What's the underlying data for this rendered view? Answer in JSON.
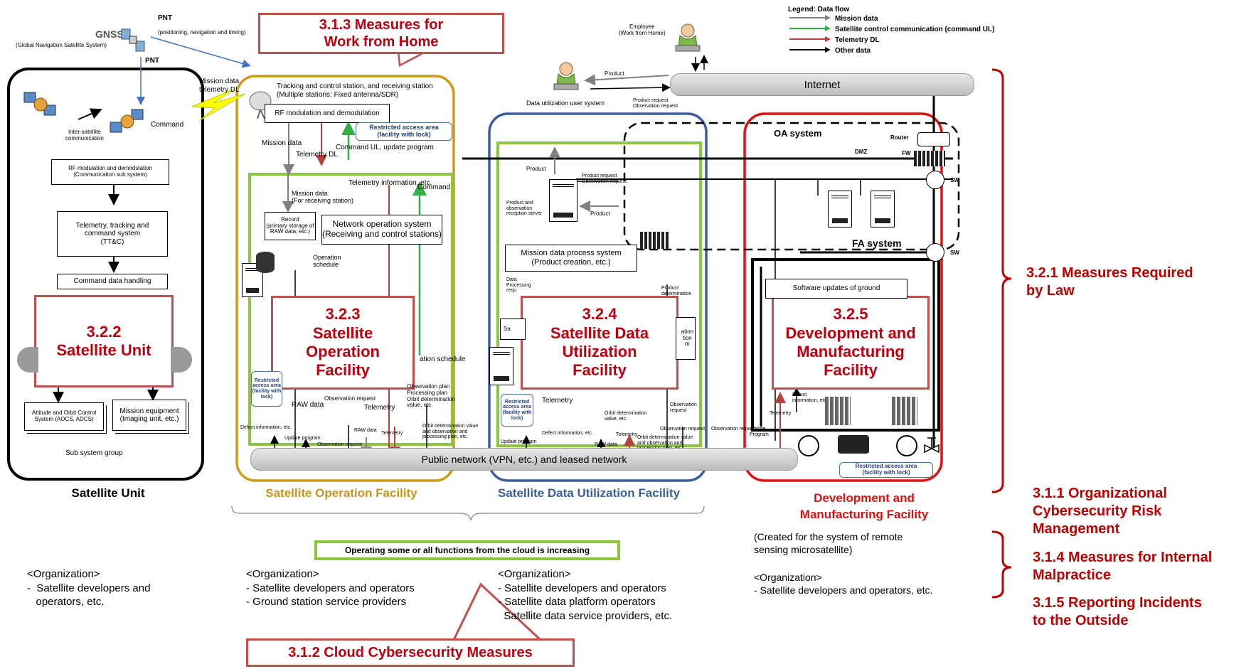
{
  "callouts": {
    "measures_wfh": "3.1.3 Measures for\nWork from Home",
    "satellite_unit": "3.2.2\nSatellite Unit",
    "sat_op": "3.2.3\nSatellite\nOperation\nFacility",
    "sat_data": "3.2.4\nSatellite Data\nUtilization\nFacility",
    "dev_mfg": "3.2.5\nDevelopment and\nManufacturing\nFacility",
    "cloud": "3.1.2 Cloud Cybersecurity Measures"
  },
  "right_measures": {
    "required_by_law": "3.2.1 Measures Required\nby Law",
    "org_risk": "3.1.1 Organizational\nCybersecurity Risk\nManagement",
    "internal": "3.1.4 Measures for Internal\nMalpractice",
    "reporting": "3.1.5 Reporting Incidents\nto the Outside"
  },
  "legend": {
    "title": "Legend: Data flow",
    "items": [
      {
        "label": "Mission data",
        "color": "#808080"
      },
      {
        "label": "Satellite control communication (command UL)",
        "color": "#33b045"
      },
      {
        "label": "Telemetry DL",
        "color": "#b5423d"
      },
      {
        "label": "Other data",
        "color": "#000000"
      }
    ]
  },
  "gnss": {
    "name": "GNSS",
    "full": "(Global Navigation Satellite System)",
    "pnt": "PNT",
    "pnt_full": "(positioning, navigation and timing)",
    "pnt2": "PNT"
  },
  "satellite_unit": {
    "inter_sat": "Inter-satellite\ncommunication",
    "command": "Command",
    "mission_tlm": "Mission data\ntelemetry DL",
    "rf": "RF modulation and demodulation\n(Communication sub system)",
    "ttc": "Telemetry, tracking and\ncommand system\n(TT&C)",
    "cdh": "Command data handling",
    "aocs": "Attitude and Orbit Control\nSystem (AOCS, ADCS)",
    "mission_eq": "Mission equipment\n(Imaging unit, etc.)",
    "subsystem": "Sub system group",
    "label": "Satellite Unit",
    "org": "<Organization>\n-  Satellite developers and\n   operators, etc."
  },
  "sat_op": {
    "station": "Tracking and control station, and receiving station\n(Multiple stations: Fixed antenna/SDR)",
    "rf": "RF modulation and demodulation",
    "restricted": "Restricted access area\n(facility with lock)",
    "mission_data": "Mission data",
    "telemetry_dl": "Telemetry DL",
    "cmd_ul": "Command UL, update program",
    "tlm_info": "Telemetry information, etc.",
    "command": "Command",
    "mission_recv": "Mission data\n(For receiving station)",
    "record": "Record\n(primary storage of\nRAW data, etc.)",
    "nos": "Network operation system\n(Receiving and control stations)",
    "op_schedule": "Operation\nschedule",
    "obs_schedule": "ation schedule",
    "restricted2": "Restricted\naccess area\n(facility with\nlock)",
    "raw_data": "RAW data",
    "obs_request": "Observation request",
    "telemetry": "Telemetry",
    "obs_plan": "Observation plan\nProcessing plan\nOrbit determination\nvalue, etc.",
    "label": "Satellite Operation Facility",
    "org": "<Organization>\n- Satellite developers and operators\n- Ground station service providers"
  },
  "bottom_flows": {
    "defect": "Defect information, etc.",
    "update": "Update program",
    "raw": "RAW data",
    "obs_req": "Observation request",
    "telemetry": "Telemetry",
    "orbit": "Orbit determination value\nand observation and\nprocessing plan, etc.",
    "obs_req2": "Observation request",
    "update2": "Update program",
    "defect2": "Defect information, etc.",
    "raw2": "RAW data",
    "telemetry2": "Telemetry",
    "orbit2": "Orbit determination value\nand observation and\nprocessing plan, etc.",
    "obs_req3": "Observation request"
  },
  "public_network": "Public network (VPN, etc.) and leased network",
  "internet": "Internet",
  "employee": "Employee\n(Work from Home)",
  "user_system": {
    "product": "Product",
    "label": "Data utilization user system",
    "requests": "Product request\nObservation request"
  },
  "sat_data": {
    "product": "Product",
    "requests": "Product request\nObservation request",
    "server": "Product and\nobservation\nreception server",
    "product2": "Product",
    "mdps": "Mission data process system\n(Product creation, etc.)",
    "data_proc": "Data\nProcessing\nrequ",
    "product_det": "Product\ndetermination",
    "sa": "Sa",
    "ation": "ation\ntion\nm",
    "restricted": "Restricted\naccess area\n(facility with\nlock)",
    "telemetry": "Telemetry",
    "orbit": "Orbit determination\nvalue, etc.",
    "obs_req": "Observation\nrequest",
    "label": "Satellite Data Utilization Facility",
    "org": "<Organization>\n- Satellite developers and operators\n- Satellite data platform operators\n  Satellite data service providers, etc."
  },
  "dev_mfg": {
    "oa": "OA system",
    "dmz": "DMZ",
    "router": "Router",
    "fw": "FW",
    "sw": "SW",
    "fa": "FA system",
    "sw2": "SW",
    "software": "Software updates of ground",
    "defect": "Defect\ninformation, etc.",
    "telemetry": "Telemetry",
    "update": "Update\nProgram",
    "restricted": "Restricted access area\n(facility with lock)",
    "label": "Development and\nManufacturing Facility",
    "note": "(Created for the system of remote\nsensing microsatellite)",
    "org": "<Organization>\n- Satellite developers and operators, etc."
  },
  "cloud_banner": "Operating some or all functions from the cloud is increasing"
}
